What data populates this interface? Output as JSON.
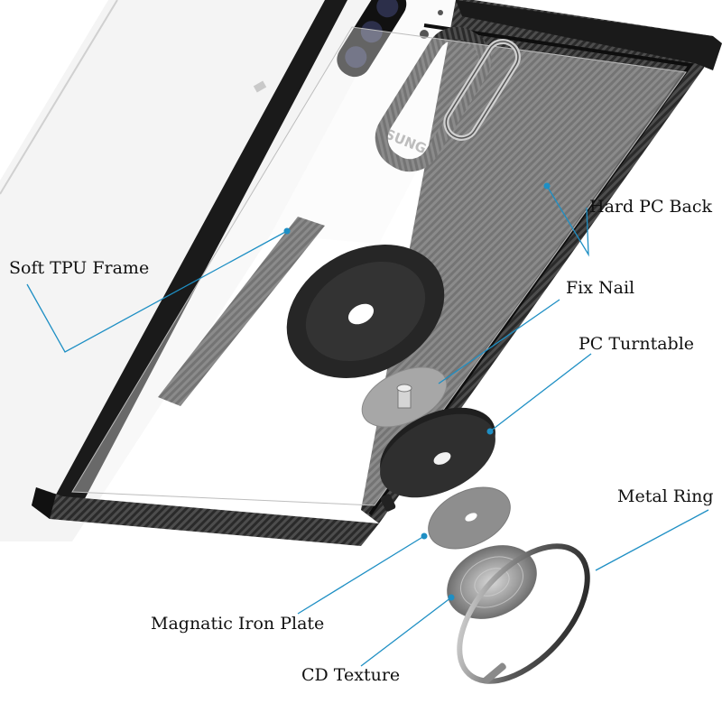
{
  "labels": {
    "hard_pc_back": "Hard PC Back",
    "soft_tpu_frame": "Soft TPU Frame",
    "fix_nail": "Fix Nail",
    "pc_turntable": "PC Turntable",
    "metal_ring": "Metal Ring",
    "magnatic_iron_plate": "Magnatic Iron Plate",
    "cd_texture": "CD Texture"
  },
  "phone_logo_text": "SUNG",
  "colors": {
    "leader_line": "#1e8fc4",
    "frame_black": "#1a1a1a",
    "carbon_stripe": "#555555",
    "turntable": "#2b2b2b",
    "silver": "#9a9a9a",
    "phone_white": "#f6f6f6"
  }
}
